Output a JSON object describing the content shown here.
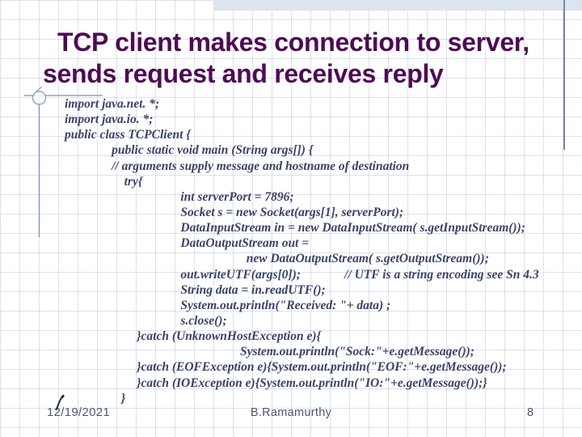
{
  "slide": {
    "title": {
      "line1": "TCP client makes connection to server,",
      "line2": "sends request and receives reply"
    },
    "code": {
      "lines": [
        "import java.net. *;",
        "import java.io. *;",
        "public class TCPClient {",
        "               public static void main (String args[]) {",
        "               // arguments supply message and hostname of destination",
        "                   try{",
        "                                     int serverPort = 7896;",
        "                                     Socket s = new Socket(args[1], serverPort);",
        "                                     DataInputStream in = new DataInputStream( s.getInputStream());",
        "                                     DataOutputStream out =",
        "                                                          new DataOutputStream( s.getOutputStream());",
        "                                     out.writeUTF(args[0]);              // UTF is a string encoding see Sn 4.3",
        "                                     String data = in.readUTF();",
        "                                     System.out.println(\"Received: \"+ data) ;",
        "                                     s.close();",
        "                       }catch (UnknownHostException e){",
        "                                                        System.out.println(\"Sock:\"+e.getMessage());",
        "                       }catch (EOFException e){System.out.println(\"EOF:\"+e.getMessage());",
        "                       }catch (IOException e){System.out.println(\"IO:\"+e.getMessage());}",
        "                  }"
      ]
    },
    "footer": {
      "date": "12/19/2021",
      "author": "B.Ramamurthy",
      "page_number": "8"
    },
    "colors": {
      "title": "#4e0b54",
      "code": "#3a4368",
      "accent_line": "#7386ad",
      "band": "#b9c9e0",
      "footer": "#4e586e"
    }
  }
}
